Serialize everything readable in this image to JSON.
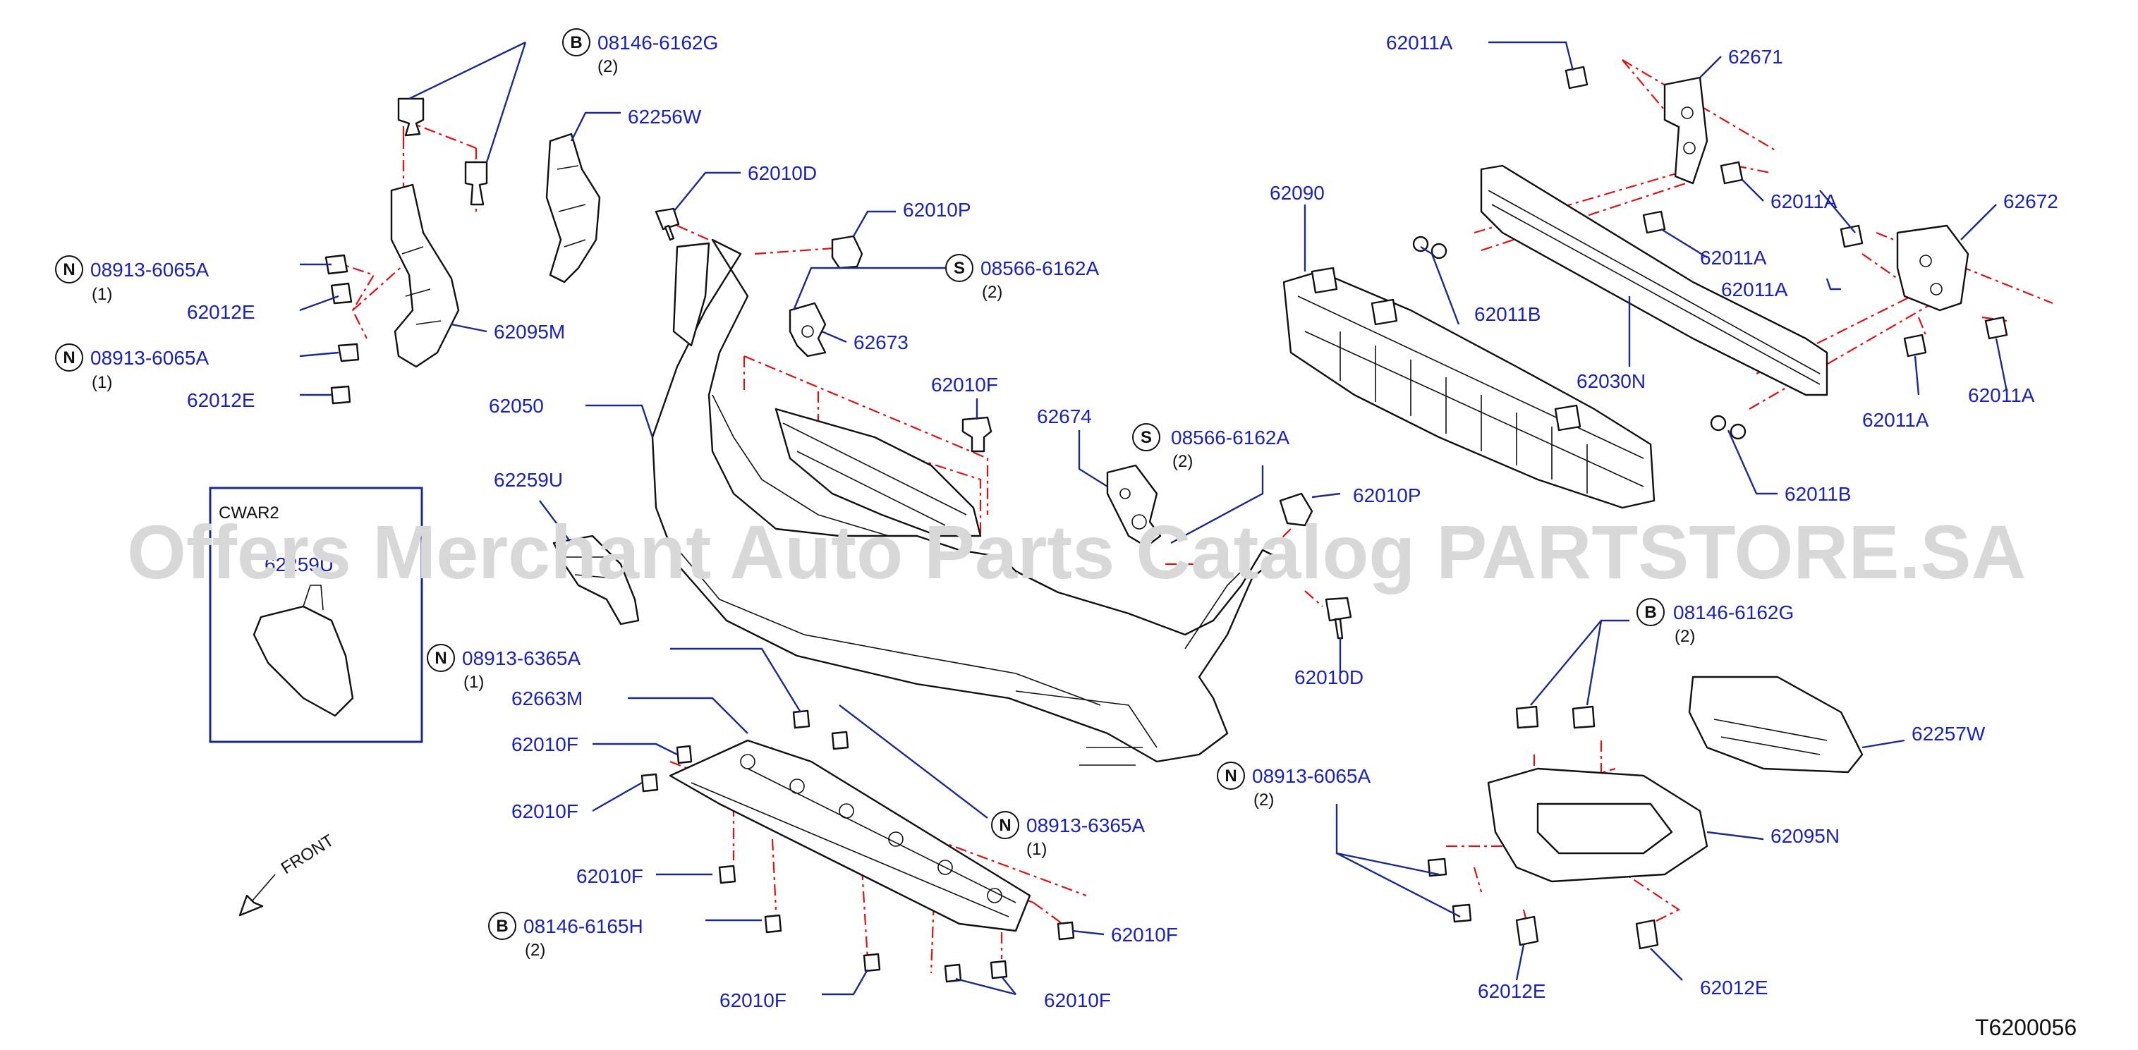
{
  "diagram_code": "T6200056",
  "watermark": "Offers Merchant Auto Parts Catalog PARTSTORE.SA",
  "inset": {
    "title": "CWAR2",
    "part_no": "62259U"
  },
  "front_label": "FRONT",
  "labels": {
    "b_08146_6162g_top": "08146-6162G",
    "b_08146_6162g_top_qty": "(2)",
    "p_62256w": "62256W",
    "p_62010d_top": "62010D",
    "p_62010p_top": "62010P",
    "s_08566_6162a_top": "08566-6162A",
    "s_08566_6162a_top_qty": "(2)",
    "p_62673": "62673",
    "n_08913_6065a_1": "08913-6065A",
    "n_08913_6065a_1_qty": "(1)",
    "p_62012e_1": "62012E",
    "n_08913_6065a_2": "08913-6065A",
    "n_08913_6065a_2_qty": "(1)",
    "p_62012e_2": "62012E",
    "p_62095m": "62095M",
    "p_62050": "62050",
    "p_62010f_mid": "62010F",
    "p_62674": "62674",
    "s_08566_6162a_mid": "08566-6162A",
    "s_08566_6162a_mid_qty": "(2)",
    "p_62259u": "62259U",
    "p_62010p_mid": "62010P",
    "p_62010d_mid": "62010D",
    "n_08913_6365a_1": "08913-6365A",
    "n_08913_6365a_1_qty": "(1)",
    "p_62663m": "62663M",
    "p_62010f_a": "62010F",
    "p_62010f_b": "62010F",
    "n_08913_6365a_2": "08913-6365A",
    "n_08913_6365a_2_qty": "(1)",
    "p_62010f_c": "62010F",
    "b_08146_6165h": "08146-6165H",
    "b_08146_6165h_qty": "(2)",
    "p_62010f_d": "62010F",
    "p_62010f_e": "62010F",
    "p_62010f_f": "62010F",
    "n_08913_6065a_3": "08913-6065A",
    "n_08913_6065a_3_qty": "(2)",
    "p_62011a_1": "62011A",
    "p_62671": "62671",
    "p_62090": "62090",
    "p_62011a_2": "62011A",
    "p_62011a_3": "62011A",
    "p_62672": "62672",
    "p_62011b_1": "62011B",
    "p_62011a_4": "62011A",
    "p_62030n": "62030N",
    "p_62011a_5": "62011A",
    "p_62011a_6": "62011A",
    "p_62011b_2": "62011B",
    "b_08146_6162g_bot": "08146-6162G",
    "b_08146_6162g_bot_qty": "(2)",
    "p_62257w": "62257W",
    "p_62095n": "62095N",
    "p_62012e_3": "62012E",
    "p_62012e_4": "62012E"
  },
  "circle_letters": {
    "b1": "B",
    "s1": "S",
    "n1": "N",
    "n2": "N",
    "s2": "S",
    "n3": "N",
    "n4": "N",
    "b2": "B",
    "n5": "N",
    "b3": "B"
  }
}
